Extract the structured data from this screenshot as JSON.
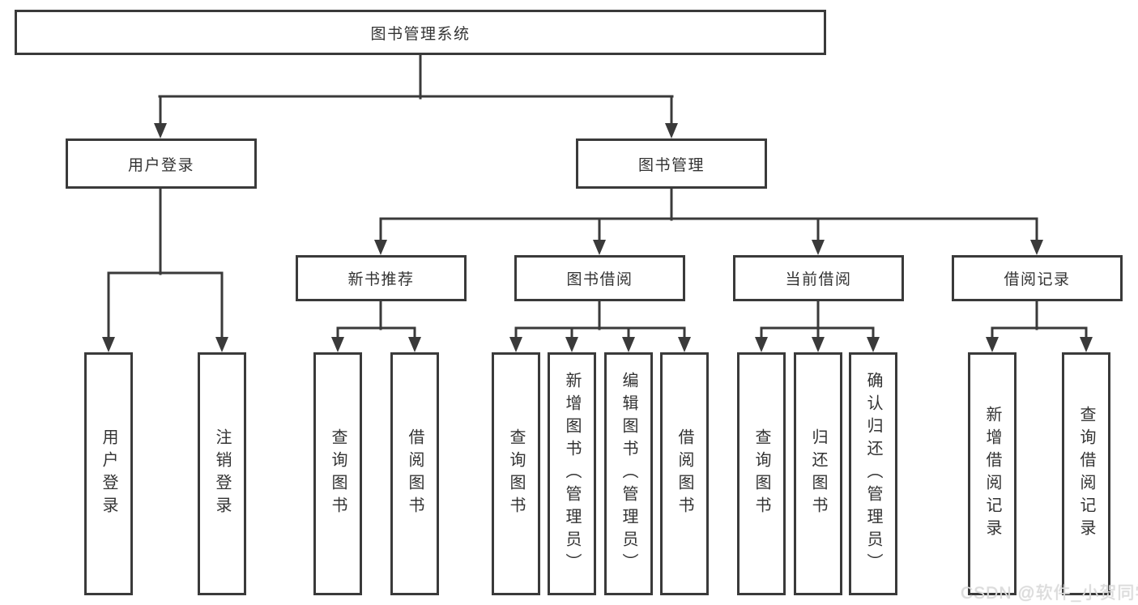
{
  "colors": {
    "background": "#ffffff",
    "line": "#3a3a3a",
    "text": "#333333",
    "watermark": "#dcdcdc"
  },
  "tree": {
    "root": {
      "label": "图书管理系统"
    },
    "branches": [
      {
        "label": "用户登录",
        "children": [
          {
            "label": "用户登录"
          },
          {
            "label": "注销登录"
          }
        ]
      },
      {
        "label": "图书管理",
        "children": [
          {
            "label": "新书推荐",
            "children": [
              {
                "label": "查询图书"
              },
              {
                "label": "借阅图书"
              }
            ]
          },
          {
            "label": "图书借阅",
            "children": [
              {
                "label": "查询图书"
              },
              {
                "label": "新增图书（管理员）"
              },
              {
                "label": "编辑图书（管理员）"
              },
              {
                "label": "借阅图书"
              }
            ]
          },
          {
            "label": "当前借阅",
            "children": [
              {
                "label": "查询图书"
              },
              {
                "label": "归还图书"
              },
              {
                "label": "确认归还（管理员）"
              }
            ]
          },
          {
            "label": "借阅记录",
            "children": [
              {
                "label": "新增借阅记录"
              },
              {
                "label": "查询借阅记录"
              }
            ]
          }
        ]
      }
    ]
  },
  "watermark": {
    "text": "CSDN @软件_小贺同学"
  }
}
